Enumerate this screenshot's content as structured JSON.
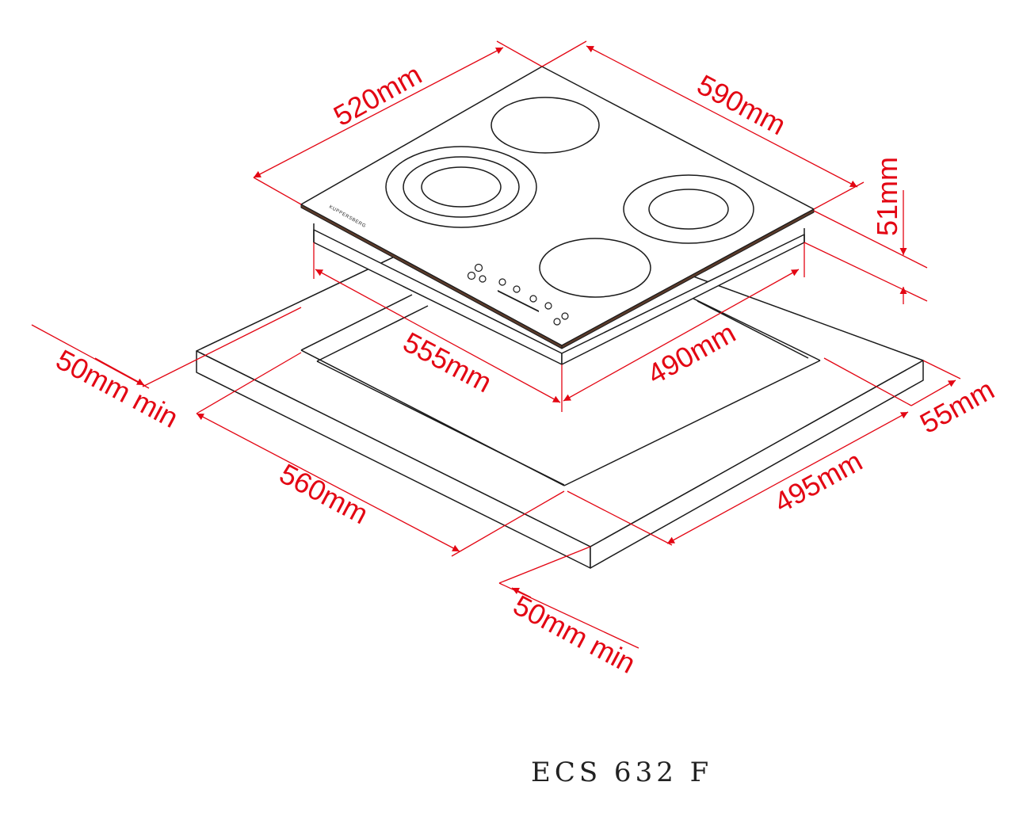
{
  "colors": {
    "dimension": "#e30613",
    "outline": "#1a1a1a",
    "hob_edge": "#5a3a2a"
  },
  "hob": {
    "brand": "KUPPERSBERG"
  },
  "dimensions": {
    "hob_depth": "520mm",
    "hob_width": "590mm",
    "hob_height": "51mm",
    "body_depth": "555mm",
    "body_width": "490mm",
    "cutout_width": "560mm",
    "cutout_depth": "495mm",
    "rear_clearance": "55mm",
    "side_clearance": "50mm min",
    "front_clearance": "50mm min"
  },
  "model": "ECS 632 F"
}
